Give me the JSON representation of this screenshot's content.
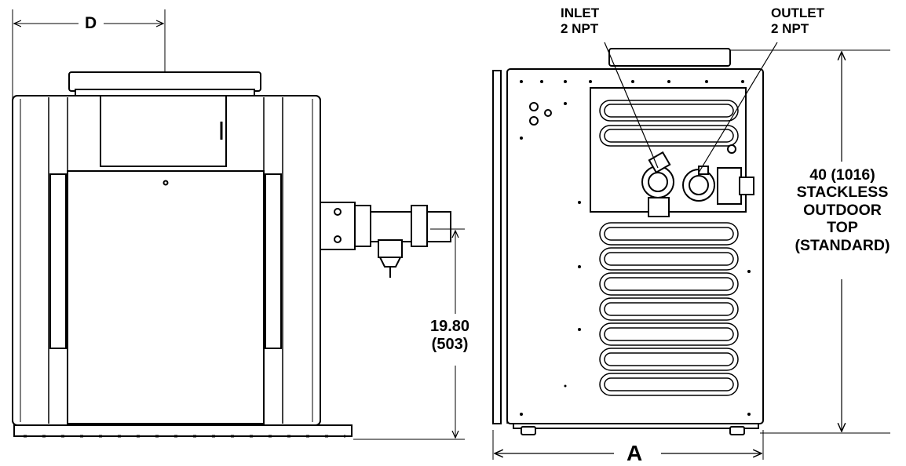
{
  "front_view": {
    "dim_depth_label": "D",
    "dim_height_value": "19.80",
    "dim_height_metric": "(503)"
  },
  "side_view": {
    "inlet_label_line1": "INLET",
    "inlet_label_line2": "2 NPT",
    "outlet_label_line1": "OUTLET",
    "outlet_label_line2": "2 NPT",
    "height_line1": "40 (1016)",
    "height_line2": "STACKLESS",
    "height_line3": "OUTDOOR",
    "height_line4": "TOP",
    "height_line5": "(STANDARD)",
    "dim_width_label": "A"
  }
}
